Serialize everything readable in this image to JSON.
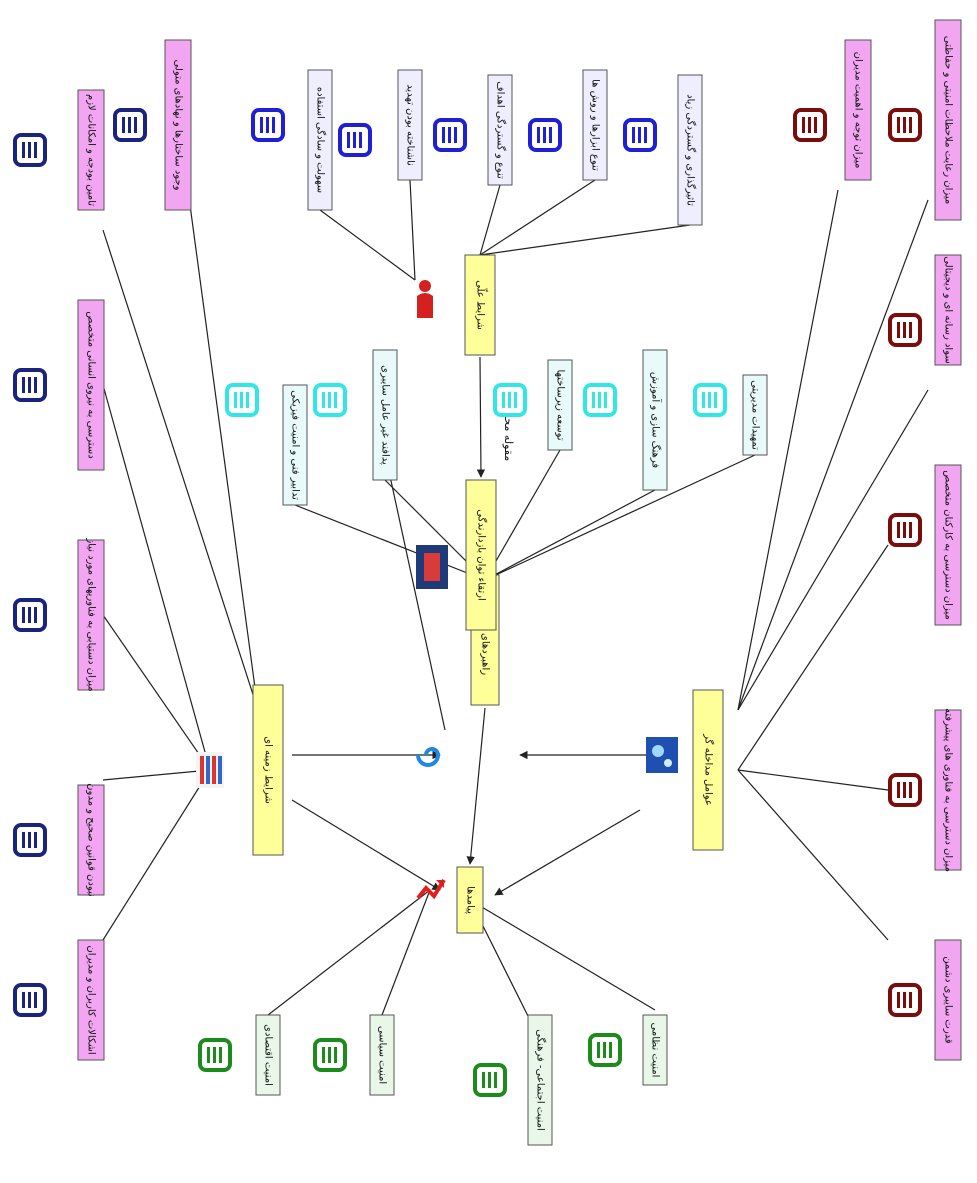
{
  "colors": {
    "main": "#ffff99",
    "context": "#f2a6f2",
    "consequence": "#e8f7e8",
    "intervening": "#f2a6f2",
    "strategy": "#e8fafa",
    "causal": "#eeeeff",
    "icon_darkblue": "#1a237e",
    "icon_red": "#7a0c0c",
    "icon_cyan": "#33e6e6",
    "icon_blue": "#1f1fd6",
    "icon_green": "#1b8c1b"
  },
  "center": {
    "label": "راهبردهای مقابله"
  },
  "nodes": {
    "context": "شرایط زمینه ای",
    "intervening": "عوامل مداخله گر",
    "consequences": "پیامدها",
    "causal": "شرایط علّی",
    "phenomenon": "ارتقاء توان بازدارندگی"
  },
  "edge_label": "مقوله محوری",
  "context_items": [
    "اشکالات کاربران و مدیران",
    "نبودن قوانین صحیح و مدون",
    "میزان دستیابی به فناوریهای مورد نیاز",
    "دسترسی به نیروی انسانی متخصص",
    "تامین بودجه و امکانات لازم",
    "وجود ساختارها و نهادهای متولی"
  ],
  "intervening_items": [
    "قدرت سایبری دشمن",
    "میزان دسترسی به فناوری های پیشرفته",
    "میزان دسترسی به کارکنان متخصص",
    "سواد رسانه ای و دیجیتالی",
    "میزان رعایت ملاحظات امنیتی و حفاظتی",
    "میزان توجه و اهمیت مدیران"
  ],
  "consequence_items": [
    "امنیت اقتصادی",
    "امنیت سیاسی",
    "امنیت اجتماعی- فرهنگی",
    "امنیت نظامی"
  ],
  "strategy_items": [
    "تدابیر فنی و امنیت فیزیکی",
    "پدافند غیر عامل سایبری",
    "توسعه زیرساختها",
    "فرهنگ سازی و آموزش",
    "تمهیدات مدیریتی"
  ],
  "causal_items": [
    "سهولت و سادگی استفاده",
    "ناشناخته بودن تهدید",
    "تنوع و گستردگی اهداف",
    "تنوع ابزارها و روش ها",
    "تاثیرگذاری و گستردگی زیاد"
  ]
}
